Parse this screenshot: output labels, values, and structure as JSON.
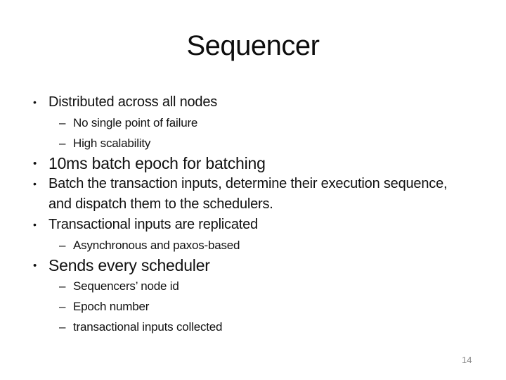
{
  "slide": {
    "title": "Sequencer",
    "page_number": "14",
    "glyphs": {
      "bullet": "•",
      "dash": "–"
    },
    "colors": {
      "background": "#ffffff",
      "text": "#111111",
      "page_number": "#8a8a8a"
    },
    "bullets": {
      "0": {
        "level": 1,
        "size": "normal",
        "text": "Distributed across all nodes"
      },
      "1": {
        "level": 2,
        "size": "small",
        "text": "No single point of failure"
      },
      "2": {
        "level": 2,
        "size": "small",
        "text": "High scalability"
      },
      "3": {
        "level": 1,
        "size": "large",
        "text": "10ms batch epoch for batching"
      },
      "4": {
        "level": 1,
        "size": "normal",
        "text": "Batch the transaction inputs, determine their execution sequence, and dispatch them to the schedulers."
      },
      "5": {
        "level": 1,
        "size": "normal",
        "text": "Transactional inputs are replicated"
      },
      "6": {
        "level": 2,
        "size": "small",
        "text": "Asynchronous and paxos-based"
      },
      "7": {
        "level": 1,
        "size": "large",
        "text": "Sends every scheduler"
      },
      "8": {
        "level": 2,
        "size": "small",
        "text": "Sequencers’ node id"
      },
      "9": {
        "level": 2,
        "size": "small",
        "text": "Epoch number"
      },
      "10": {
        "level": 2,
        "size": "small",
        "text": "transactional inputs collected"
      }
    }
  }
}
